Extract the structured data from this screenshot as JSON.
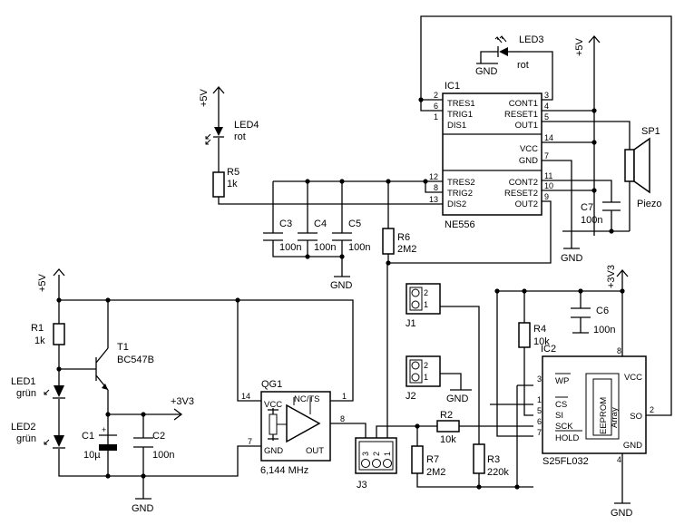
{
  "labels": {
    "gnd": "GND",
    "v5": "+5V",
    "v3v3": "+3V3"
  },
  "ic1": {
    "ref": "IC1",
    "part": "NE556",
    "pins": {
      "tres1": "TRES1",
      "trig1": "TRIG1",
      "dis1": "DIS1",
      "tres2": "TRES2",
      "trig2": "TRIG2",
      "dis2": "DIS2",
      "cont1": "CONT1",
      "reset1": "RESET1",
      "out1": "OUT1",
      "vcc": "VCC",
      "gnd": "GND",
      "cont2": "CONT2",
      "reset2": "RESET2",
      "out2": "OUT2"
    },
    "nums": {
      "p2": "2",
      "p6": "6",
      "p1": "1",
      "p12": "12",
      "p8": "8",
      "p13": "13",
      "p3": "3",
      "p4": "4",
      "p5": "5",
      "p14": "14",
      "p7": "7",
      "p11": "11",
      "p10": "10",
      "p9": "9"
    }
  },
  "led3": {
    "ref": "LED3",
    "value": "rot"
  },
  "led4": {
    "ref": "LED4",
    "value": "rot"
  },
  "sp1": {
    "ref": "SP1",
    "value": "Piezo"
  },
  "c7": {
    "ref": "C7",
    "value": "100n"
  },
  "r5": {
    "ref": "R5",
    "value": "1k"
  },
  "c3": {
    "ref": "C3",
    "value": "100n"
  },
  "c4": {
    "ref": "C4",
    "value": "100n"
  },
  "c5": {
    "ref": "C5",
    "value": "100n"
  },
  "r6": {
    "ref": "R6",
    "value": "2M2"
  },
  "r1": {
    "ref": "R1",
    "value": "1k"
  },
  "t1": {
    "ref": "T1",
    "value": "BC547B"
  },
  "led1": {
    "ref": "LED1",
    "value": "grün"
  },
  "led2": {
    "ref": "LED2",
    "value": "grün"
  },
  "c1": {
    "ref": "C1",
    "value": "10µ",
    "polarity": "+"
  },
  "c2": {
    "ref": "C2",
    "value": "100n"
  },
  "qg1": {
    "ref": "QG1",
    "value": "6,144 MHz",
    "pins": {
      "vcc": "VCC",
      "ncts": "NC/TS",
      "gnd": "GND",
      "out": "OUT"
    },
    "nums": {
      "p14": "14",
      "p7": "7",
      "p1": "1",
      "p8": "8"
    }
  },
  "j3": {
    "ref": "J3",
    "p3": "3",
    "p2": "2",
    "p1": "1"
  },
  "j1": {
    "ref": "J1",
    "p2": "2",
    "p1": "1"
  },
  "j2": {
    "ref": "J2",
    "p2": "2",
    "p1": "1"
  },
  "r2": {
    "ref": "R2",
    "value": "10k"
  },
  "r7": {
    "ref": "R7",
    "value": "2M2"
  },
  "r3": {
    "ref": "R3",
    "value": "220k"
  },
  "r4": {
    "ref": "R4",
    "value": "10k"
  },
  "c6": {
    "ref": "C6",
    "value": "100n"
  },
  "ic2": {
    "ref": "IC2",
    "part": "S25FL032",
    "block1": "EEPROM",
    "block2": "Array",
    "pins": {
      "wp": "WP",
      "cs": "CS",
      "si": "SI",
      "sck": "SCK",
      "hold": "HOLD",
      "vcc": "VCC",
      "so": "SO",
      "gnd": "GND"
    },
    "nums": {
      "p3": "3",
      "p1": "1",
      "p5": "5",
      "p6": "6",
      "p7": "7",
      "p8": "8",
      "p2": "2",
      "p4": "4"
    }
  }
}
